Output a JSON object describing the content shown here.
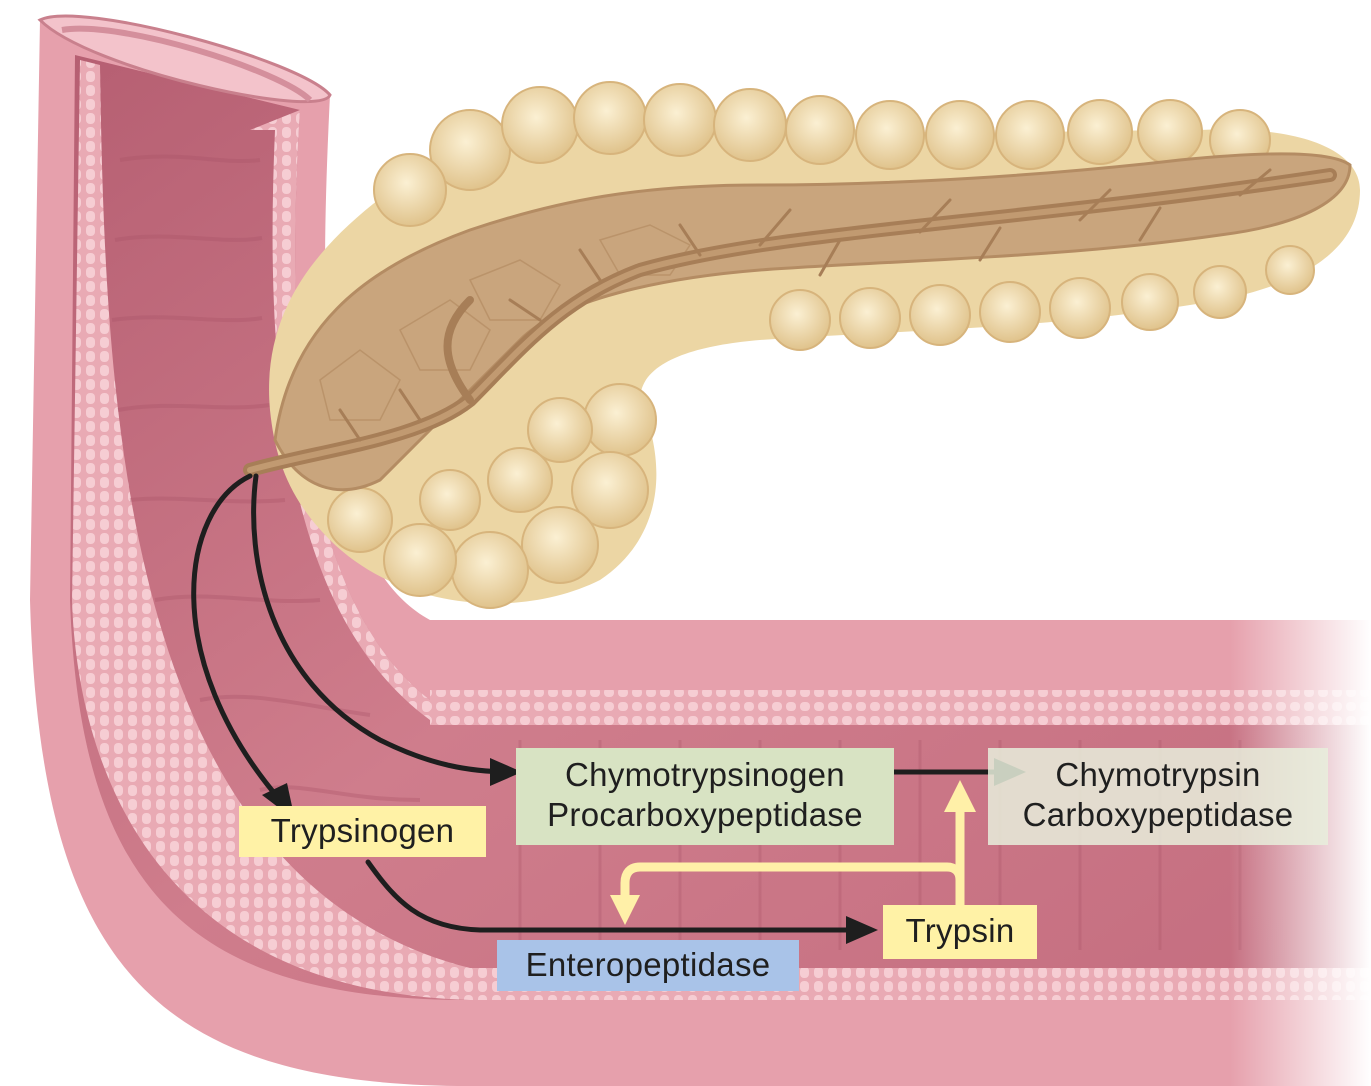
{
  "colors": {
    "wall_outer": "#e8a3ae",
    "wall_mid": "#d98f9b",
    "lumen": "#c97382",
    "lumen_dark": "#a9566a",
    "villi": "#f2c2c9",
    "pancreas_light": "#f1dfb4",
    "pancreas_mid": "#e2c58f",
    "pancreas_cut": "#c9a57d",
    "duct": "#b58c64",
    "arrow_black": "#1e1e1e",
    "arrow_yellow": "#fff0a8",
    "box_yellow": "#fff2a6",
    "box_green": "#d8e3c3",
    "box_green_right": "#e8efdc",
    "box_blue": "#a9c3e8"
  },
  "labels": {
    "trypsinogen": "Trypsinogen",
    "chymotrypsinogen": "Chymotrypsinogen",
    "procarboxypeptidase": "Procarboxypeptidase",
    "chymotrypsin": "Chymotrypsin",
    "carboxypeptidase": "Carboxypeptidase",
    "trypsin": "Trypsin",
    "enteropeptidase": "Enteropeptidase"
  }
}
